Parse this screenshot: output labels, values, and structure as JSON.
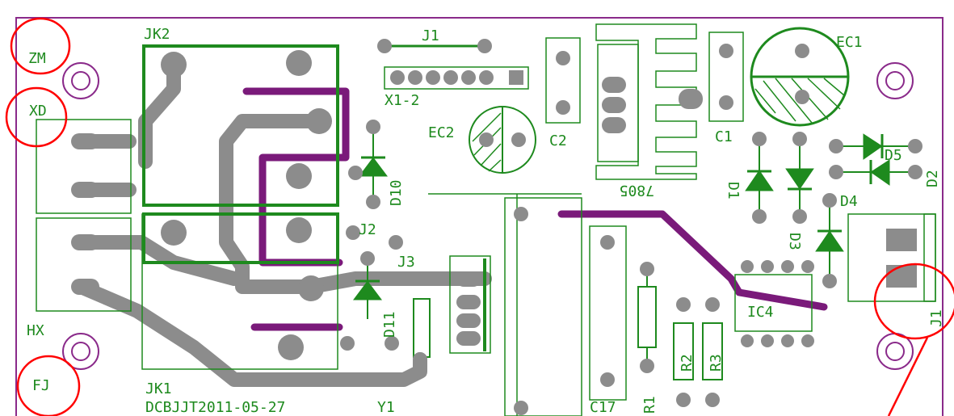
{
  "labels": {
    "jk2": "JK2",
    "jk1": "JK1",
    "j1_top": "J1",
    "x1_2": "X1-2",
    "ec1": "EC1",
    "ec2": "EC2",
    "c1": "C1",
    "c2": "C2",
    "d5": "D5",
    "d2": "D2",
    "d1": "D1",
    "d4": "D4",
    "d3": "D3",
    "d10": "D10",
    "d11": "D11",
    "j2": "J2",
    "j3": "J3",
    "u7805": "7805",
    "ic4": "IC4",
    "r1": "R1",
    "r2": "R2",
    "r3": "R3",
    "c17": "C17",
    "y1": "Y1",
    "j1_right": "J1",
    "zm": "ZM",
    "xd": "XD",
    "hx": "HX",
    "fj": "FJ",
    "board_id": "DCBJJT2011-05-27"
  },
  "colors": {
    "silkscreen": "#1e8a1e",
    "copper": "#8c8c8c",
    "jumper": "#7a1a7a",
    "outline": "#8a2a8a",
    "annotation": "#ff0000"
  }
}
